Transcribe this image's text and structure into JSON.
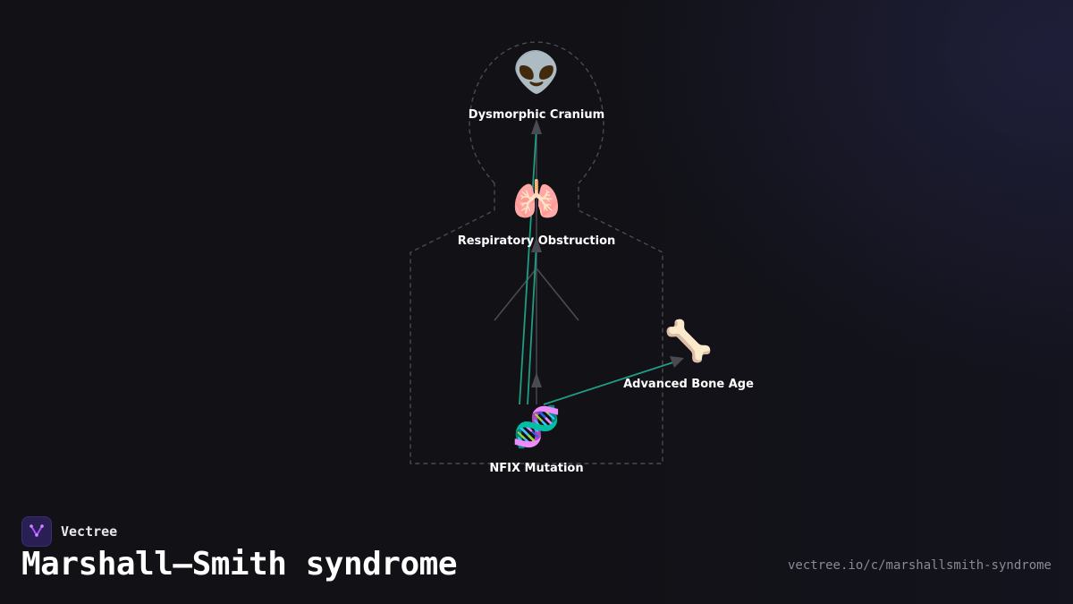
{
  "nodes": {
    "cranium": {
      "label": "Dysmorphic Cranium",
      "icon": "alien-face-icon",
      "glyph": "👽"
    },
    "respiratory": {
      "label": "Respiratory Obstruction",
      "icon": "lungs-icon",
      "glyph": "🫁"
    },
    "bone_age": {
      "label": "Advanced Bone Age",
      "icon": "bone-icon",
      "glyph": "🦴"
    },
    "nfix": {
      "label": "NFIX Mutation",
      "icon": "dna-icon",
      "glyph": "🧬"
    }
  },
  "edges": [
    {
      "from": "nfix",
      "to": "respiratory"
    },
    {
      "from": "nfix",
      "to": "cranium"
    },
    {
      "from": "nfix",
      "to": "bone_age"
    }
  ],
  "colors": {
    "edge": "#1e9e83",
    "outline": "#4a4a52",
    "arrow": "#4a4a52",
    "label": "#ffffff",
    "brand_accent": "#b14fff"
  },
  "footer": {
    "brand": "Vectree",
    "title": "Marshall–Smith syndrome",
    "url": "vectree.io/c/marshallsmith-syndrome"
  }
}
